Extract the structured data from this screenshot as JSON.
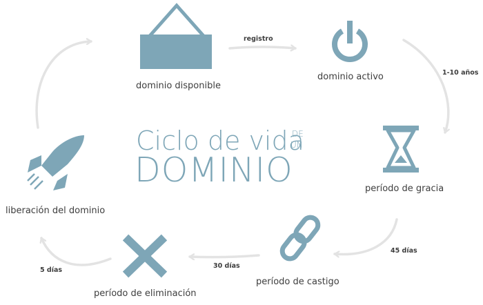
{
  "title": {
    "line1": "Ciclo de vida",
    "small_top": "DE",
    "small_bottom": "UN",
    "line2": "DOMINIO"
  },
  "stages": [
    {
      "label": "dominio disponible",
      "icon": "hanging-sign-icon"
    },
    {
      "label": "dominio activo",
      "icon": "power-icon"
    },
    {
      "label": "período de gracia",
      "icon": "hourglass-icon"
    },
    {
      "label": "período de castigo",
      "icon": "chain-link-icon"
    },
    {
      "label": "período de eliminación",
      "icon": "x-icon"
    },
    {
      "label": "liberación del dominio",
      "icon": "rocket-icon"
    }
  ],
  "transitions": [
    {
      "label": "registro"
    },
    {
      "label": "1-10 años"
    },
    {
      "label": "45 días"
    },
    {
      "label": "30 días"
    },
    {
      "label": "5 días"
    }
  ],
  "colors": {
    "accent": "#7ea6b7",
    "arrow": "#e3e3e3",
    "text": "#3d3d3d"
  }
}
